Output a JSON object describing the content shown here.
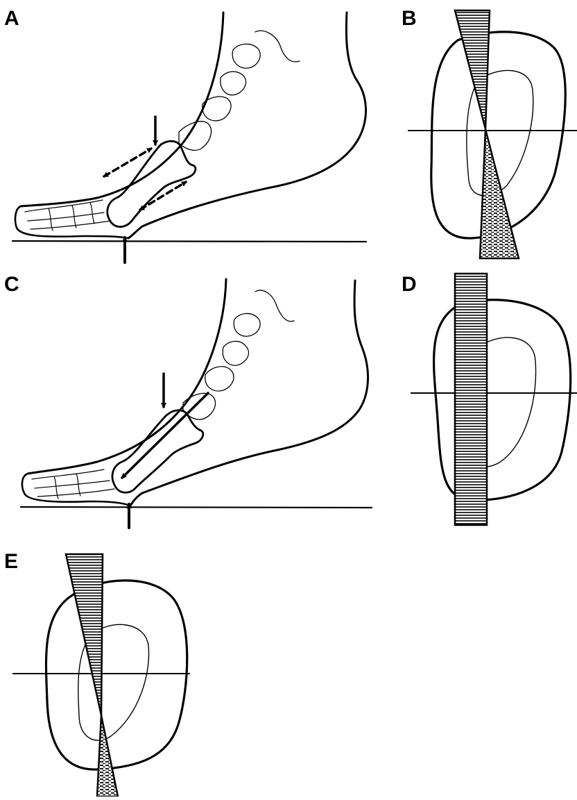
{
  "panels": {
    "a": {
      "label": "A"
    },
    "b": {
      "label": "B"
    },
    "c": {
      "label": "C"
    },
    "d": {
      "label": "D"
    },
    "e": {
      "label": "E"
    }
  },
  "colors": {
    "ink": "#000000",
    "background": "#ffffff"
  }
}
